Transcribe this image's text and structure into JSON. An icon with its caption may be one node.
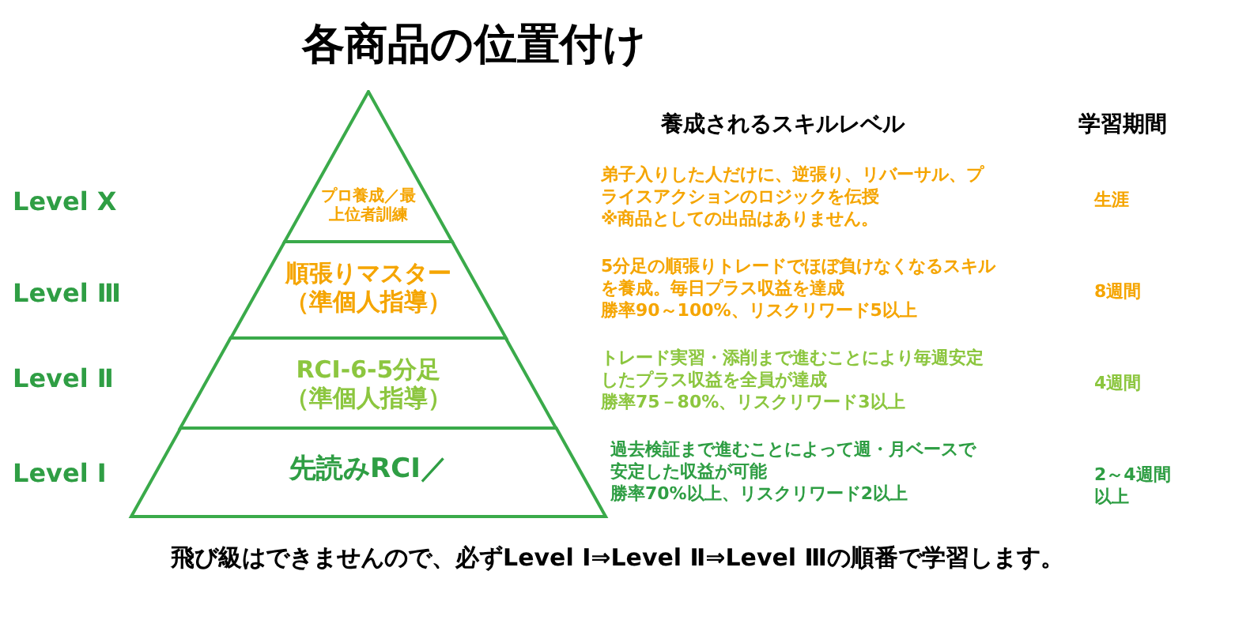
{
  "diagram": {
    "title": "各商品の位置付け",
    "caption": "飛び級はできませんので、必ずLevel Ⅰ⇒Level Ⅱ⇒Level Ⅲの順番で学習します。",
    "nodes": [
      {
        "text": [
          "プロ養成／最上位者訓練"
        ]
      },
      {
        "text": [
          "順張りマスター（準個人指導）"
        ]
      },
      {
        "text": [
          "RCI-6-5分足（準個人指導）"
        ]
      },
      {
        "text": [
          "先読みRCI／"
        ]
      }
    ],
    "labels": [
      "養成されるスキルレベル",
      "学習期間",
      "Level X",
      "弟子入りした人だけに、逆張り、リバーサル、プライスアクションのロジックを伝授",
      "※商品としての出品はありません。",
      "生涯",
      "Level Ⅲ",
      "5分足の順張りトレードでほぼ負けなくなるスキルを養成。毎日プラス収益を達成",
      "勝率90～100%、リスクリワード5以上",
      "8週間",
      "Level Ⅱ",
      "トレード実習・添削まで進むことにより毎週安定したプラス収益を全員が達成",
      "勝率75－80%、リスクリワード3以上",
      "4週間",
      "Level Ⅰ",
      "過去検証まで進むことによって週・月ベースで安定した収益が可能",
      "勝率70%以上、リスクリワード2以上",
      "2～4週間以上"
    ]
  }
}
